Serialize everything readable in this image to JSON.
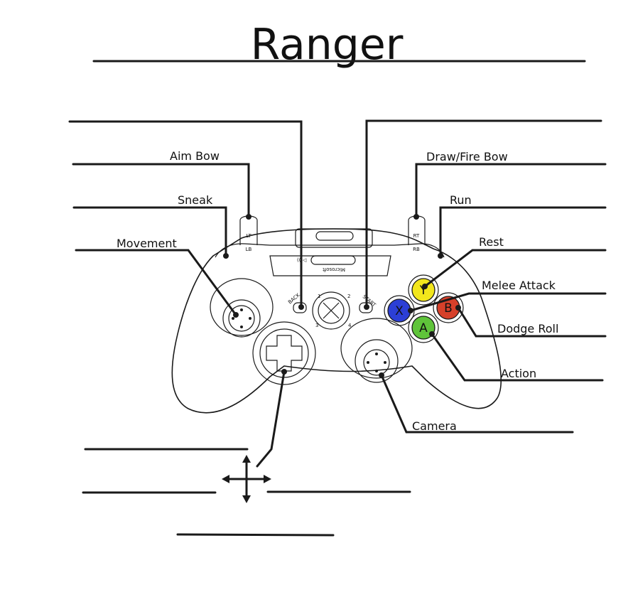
{
  "title": "Ranger",
  "labels": {
    "aim_bow": "Aim Bow",
    "sneak": "Sneak",
    "movement": "Movement",
    "draw_fire_bow": "Draw/Fire Bow",
    "run": "Run",
    "rest": "Rest",
    "melee_attack": "Melee Attack",
    "dodge_roll": "Dodge Roll",
    "action": "Action",
    "camera": "Camera"
  },
  "controller": {
    "lt": "LT",
    "rt": "RT",
    "lb": "LB",
    "rb": "RB",
    "back": "BACK",
    "start": "START",
    "brand": "Microsoft",
    "quadrants": [
      "1",
      "2",
      "3",
      "4"
    ],
    "buttons": {
      "y": "Y",
      "x": "X",
      "b": "B",
      "a": "A"
    }
  },
  "colors": {
    "y": "#f2e61c",
    "x": "#2c3fd6",
    "b": "#d6402a",
    "a": "#5fc43a"
  }
}
